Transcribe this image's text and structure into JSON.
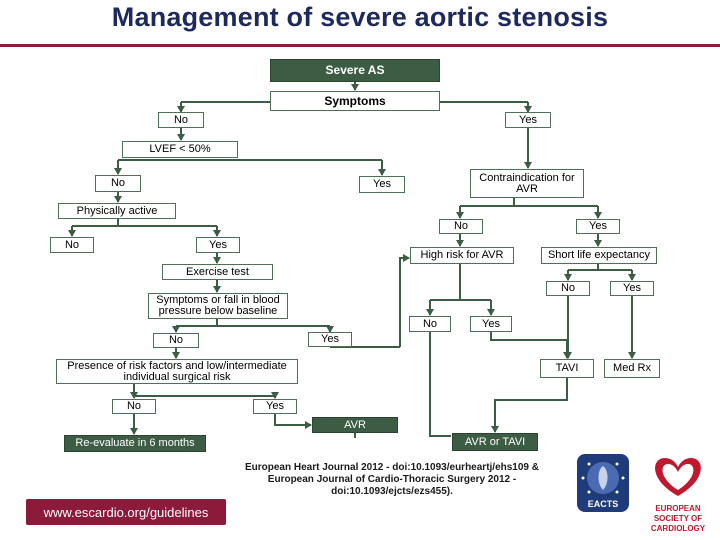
{
  "title": "Management of severe aortic stenosis",
  "nodes": {
    "severe_as": "Severe AS",
    "symptoms": "Symptoms",
    "symptoms_no": "No",
    "symptoms_yes": "Yes",
    "lvef": "LVEF < 50%",
    "lvef_no": "No",
    "lvef_yes": "Yes",
    "contraindication": "Contraindication for AVR",
    "physically_active": "Physically active",
    "active_no": "No",
    "active_yes": "Yes",
    "contra_no": "No",
    "contra_yes": "Yes",
    "high_risk": "High risk for AVR",
    "short_life": "Short life expectancy",
    "exercise_test": "Exercise test",
    "short_no": "No",
    "short_yes": "Yes",
    "symptoms_fall": "Symptoms or fall in blood pressure below baseline",
    "highrisk_no": "No",
    "highrisk_yes": "Yes",
    "fall_no": "No",
    "fall_yes": "Yes",
    "risk_factors": "Presence of risk factors and low/intermediate individual surgical risk",
    "tavi": "TAVI",
    "med_rx": "Med Rx",
    "risk_no": "No",
    "risk_yes": "Yes",
    "avr": "AVR",
    "reevaluate": "Re-evaluate in 6 months",
    "avr_or_tavi": "AVR or TAVI"
  },
  "footer": {
    "url": "www.escardio.org/guidelines",
    "reference": "European Heart Journal 2012 - doi:10.1093/eurheartj/ehs109 & European Journal of Cardio-Thoracic Surgery 2012 - doi:10.1093/ejcts/ezs455).",
    "eacts_label": "EACTS",
    "esc_line1": "EUROPEAN",
    "esc_line2": "SOCIETY OF",
    "esc_line3": "CARDIOLOGY"
  },
  "colors": {
    "dark_green": "#3c5c44",
    "border_green": "#4f6f56",
    "title_blue": "#1f2a5c",
    "esc_red": "#8b1a3b"
  }
}
